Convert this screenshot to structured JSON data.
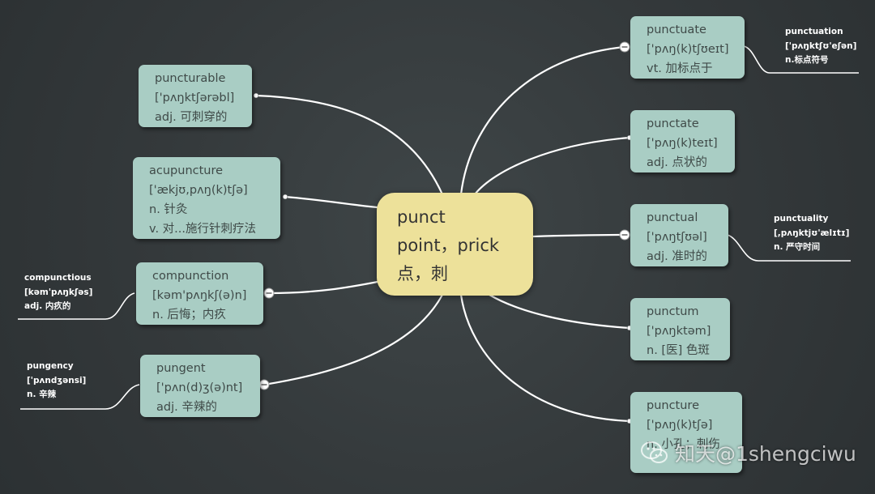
{
  "center": {
    "root": "punct",
    "meaning_en": "point，prick",
    "meaning_zh": "点，刺"
  },
  "nodes": {
    "puncturable": {
      "word": "puncturable",
      "phonetic": "['pʌŋktʃərəbl]",
      "def": "adj. 可刺穿的"
    },
    "acupuncture": {
      "word": "acupuncture",
      "phonetic": "['ækjʊ,pʌŋ(k)tʃə]",
      "def1": "n. 针灸",
      "def2": "v. 对...施行针刺疗法"
    },
    "compunction": {
      "word": "compunction",
      "phonetic": "[kəm'pʌŋkʃ(ə)n]",
      "def": "n. 后悔；内疚"
    },
    "pungent": {
      "word": "pungent",
      "phonetic": "['pʌn(d)ʒ(ə)nt]",
      "def": "adj. 辛辣的"
    },
    "punctuate": {
      "word": "punctuate",
      "phonetic": "['pʌŋ(k)tʃʊeɪt]",
      "def": "vt. 加标点于"
    },
    "punctate": {
      "word": "punctate",
      "phonetic": "['pʌŋ(k)teɪt]",
      "def": "adj. 点状的"
    },
    "punctual": {
      "word": "punctual",
      "phonetic": "['pʌŋtʃʊəl]",
      "def": "adj. 准时的"
    },
    "punctum": {
      "word": "punctum",
      "phonetic": "['pʌŋktəm]",
      "def": "n. [医] 色斑"
    },
    "puncture": {
      "word": "puncture",
      "phonetic": "['pʌŋ(k)tʃə]",
      "def": "n. 小孔；刺伤"
    }
  },
  "notes": {
    "punctuation": {
      "word": "punctuation",
      "phonetic": "['pʌŋktʃʊ'eʃən]",
      "def": "n.标点符号"
    },
    "punctuality": {
      "word": "punctuality",
      "phonetic": "[,pʌŋktjʊ'ælɪtɪ]",
      "def": "n. 严守时间"
    },
    "compunctious": {
      "word": "compunctious",
      "phonetic": "[kəm'pʌŋkʃəs]",
      "def": "adj. 内疚的"
    },
    "pungency": {
      "word": "pungency",
      "phonetic": "['pʌndʒənsi]",
      "def": "n. 辛辣"
    }
  },
  "watermark": {
    "icon": "wechat-icon",
    "text": "知天@1shengciwu"
  },
  "colors": {
    "background": "#373d3f",
    "center_fill": "#ede19a",
    "node_fill": "#a9cdc4",
    "node_text": "#3f4a48",
    "connector": "#ffffff"
  }
}
